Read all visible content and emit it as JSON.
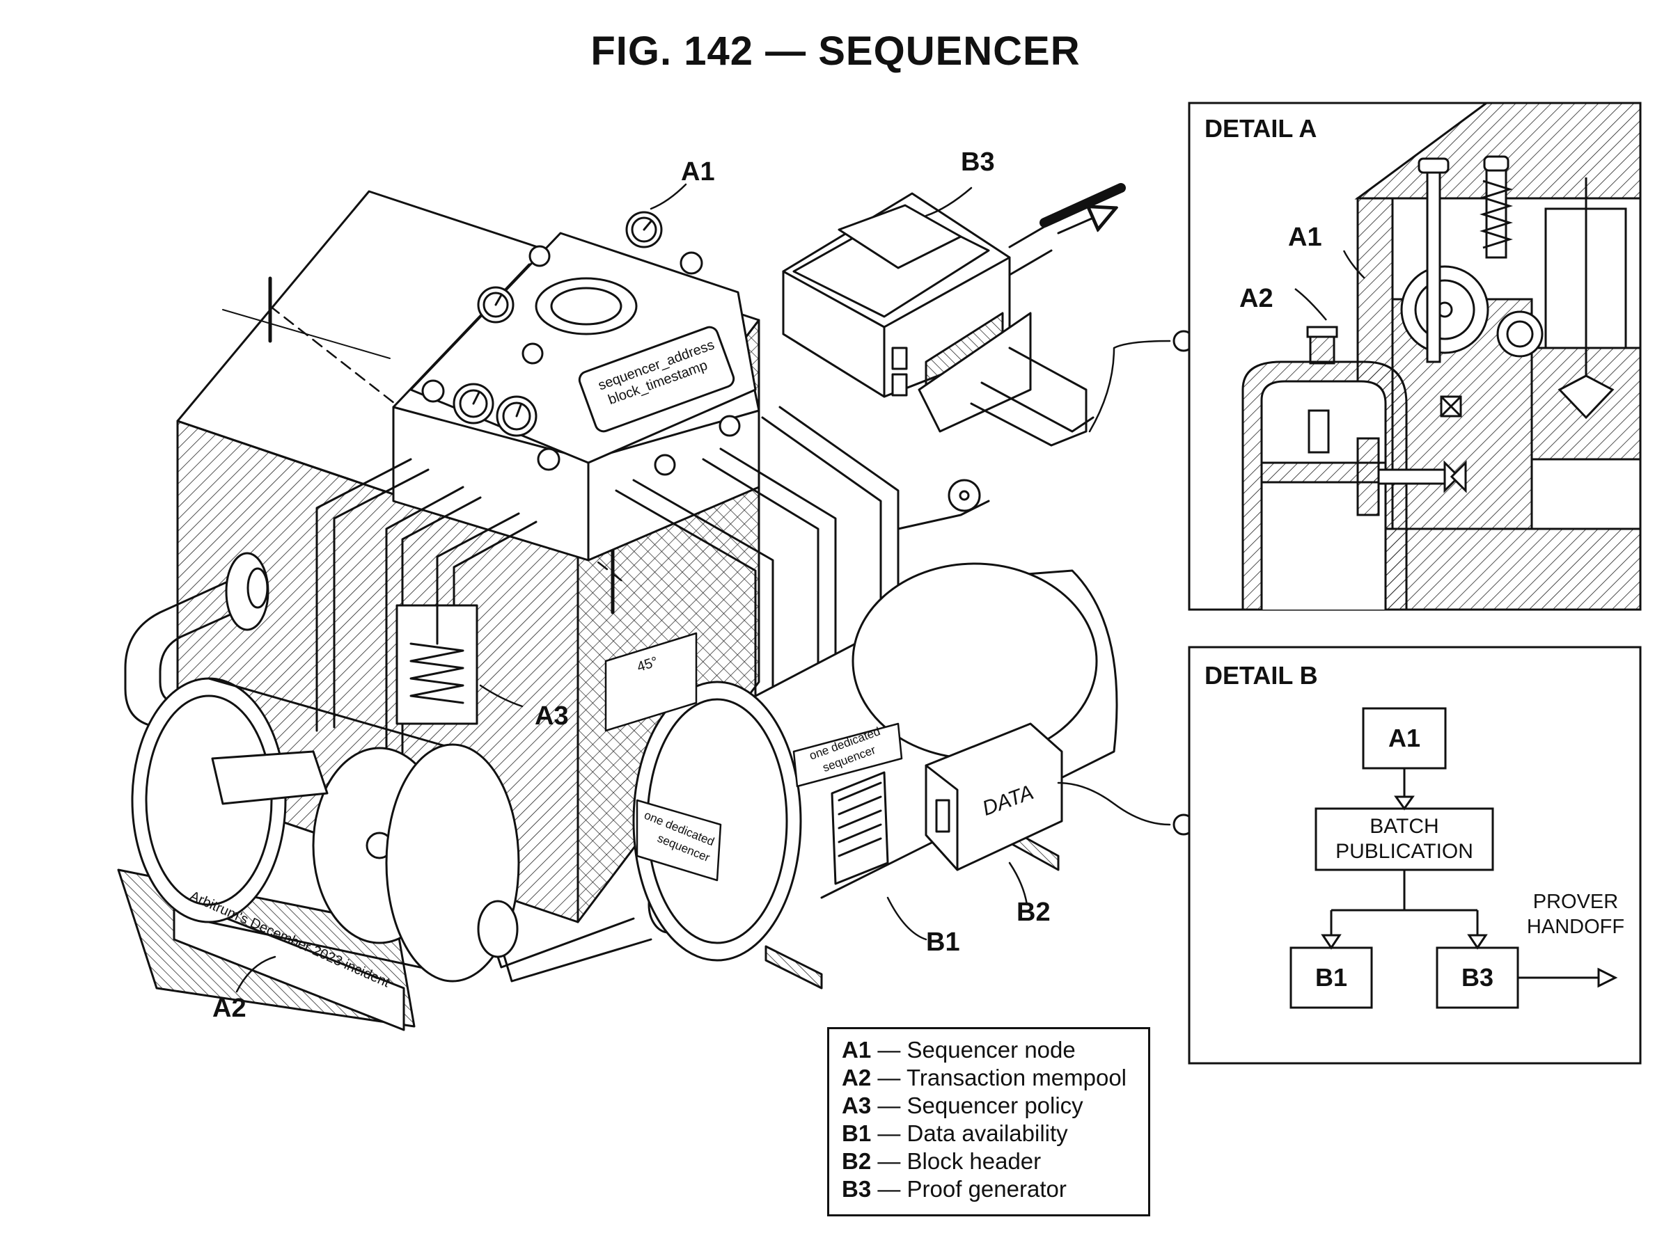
{
  "figure": {
    "title": "FIG. 142 — SEQUENCER"
  },
  "callouts": {
    "a1": "A1",
    "a2": "A2",
    "a3": "A3",
    "b1": "B1",
    "b2": "B2",
    "b3": "B3"
  },
  "plates": {
    "manifold": [
      "sequencer_address",
      "block_timestamp"
    ],
    "angle": "45°",
    "tank_side": [
      "one dedicated",
      "sequencer"
    ],
    "tank_end": [
      "one dedicated",
      "sequencer"
    ],
    "data_box": "DATA",
    "base": "Arbitrum's December 2023 incident"
  },
  "detail_a": {
    "title": "DETAIL A",
    "labels": {
      "a1": "A1",
      "a2": "A2"
    }
  },
  "detail_b": {
    "title": "DETAIL B",
    "boxes": {
      "a1": "A1",
      "batch": "BATCH PUBLICATION",
      "b1": "B1",
      "b3": "B3"
    },
    "output_label": [
      "PROVER",
      "HANDOFF"
    ]
  },
  "legend": [
    {
      "code": "A1",
      "text": "Sequencer node"
    },
    {
      "code": "A2",
      "text": "Transaction mempool"
    },
    {
      "code": "A3",
      "text": "Sequencer policy"
    },
    {
      "code": "B1",
      "text": "Data availability"
    },
    {
      "code": "B2",
      "text": "Block header"
    },
    {
      "code": "B3",
      "text": "Proof generator"
    }
  ]
}
